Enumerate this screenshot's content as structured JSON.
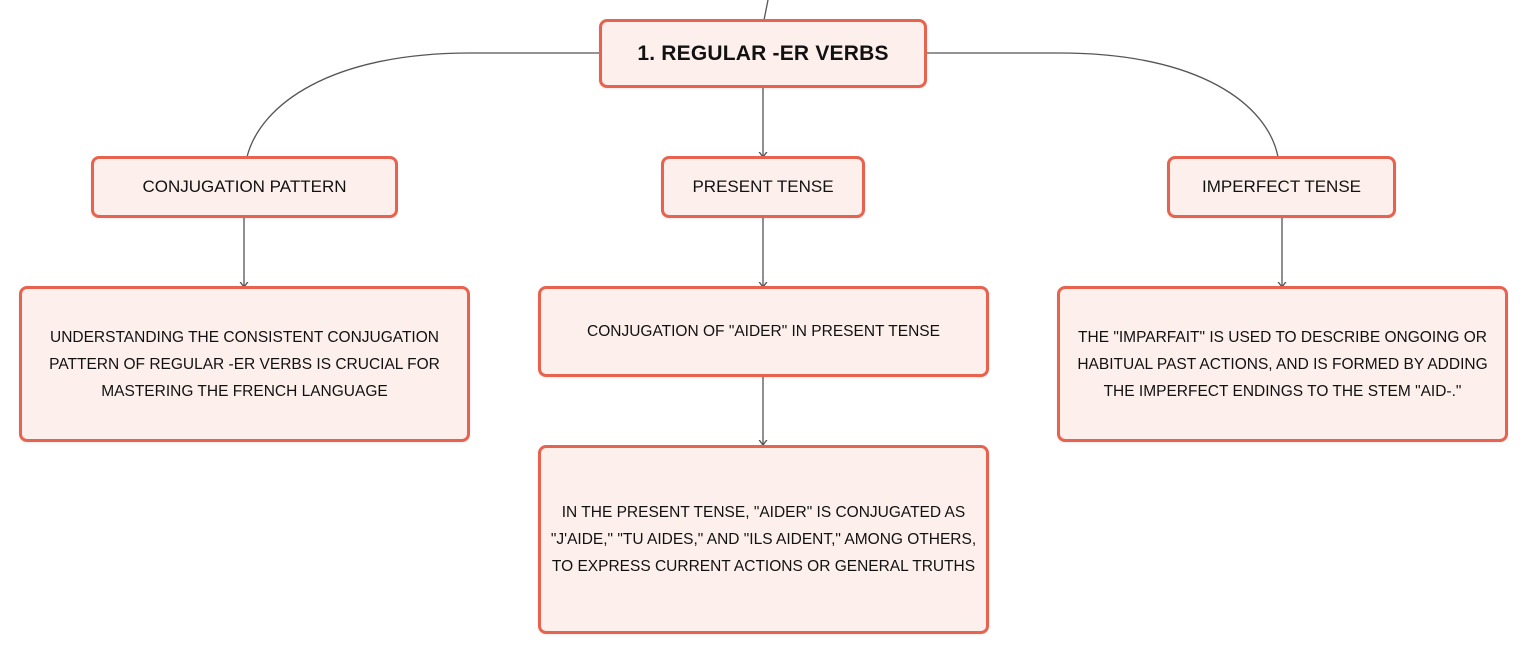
{
  "colors": {
    "node_border": "#e8634f",
    "node_fill": "#fdf0ec",
    "connector": "#555555"
  },
  "root": {
    "label": "1. REGULAR -ER VERBS"
  },
  "branches": [
    {
      "label": "CONJUGATION PATTERN",
      "children": [
        "UNDERSTANDING THE CONSISTENT CONJUGATION PATTERN OF REGULAR -ER VERBS IS CRUCIAL FOR MASTERING THE FRENCH LANGUAGE"
      ]
    },
    {
      "label": "PRESENT TENSE",
      "children": [
        "CONJUGATION OF \"AIDER\" IN PRESENT TENSE",
        "IN THE PRESENT TENSE, \"AIDER\" IS CONJUGATED AS \"J'AIDE,\" \"TU AIDES,\" AND \"ILS AIDENT,\" AMONG OTHERS, TO EXPRESS CURRENT ACTIONS OR GENERAL TRUTHS"
      ]
    },
    {
      "label": "IMPERFECT TENSE",
      "children": [
        "THE \"IMPARFAIT\" IS USED TO DESCRIBE ONGOING OR HABITUAL PAST ACTIONS, AND IS FORMED BY ADDING THE IMPERFECT ENDINGS TO THE STEM \"AID-.\""
      ]
    }
  ]
}
